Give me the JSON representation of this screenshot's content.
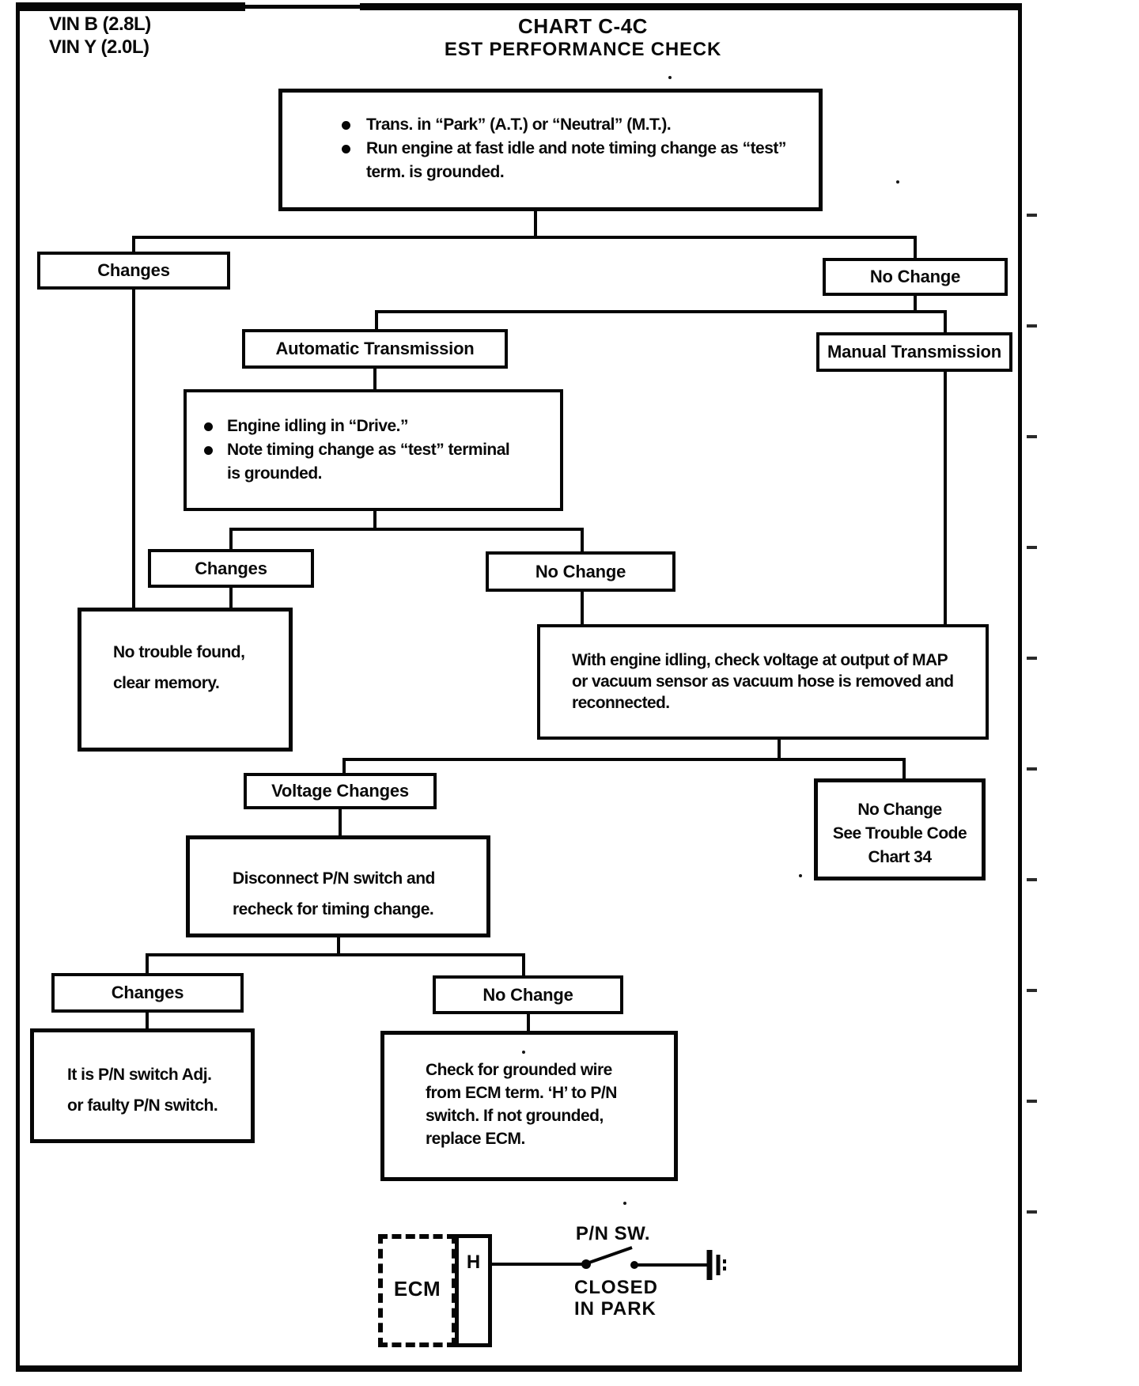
{
  "header": {
    "vin_line1": "VIN B (2.8L)",
    "vin_line2": "VIN Y (2.0L)",
    "title": "CHART C-4C",
    "subtitle": "EST PERFORMANCE CHECK"
  },
  "nodes": {
    "start": {
      "bullet1": "Trans. in “Park” (A.T.) or “Neutral” (M.T.).",
      "bullet2": "Run engine at fast idle and note timing change as “test”\nterm. is grounded."
    },
    "changes_1": {
      "label": "Changes"
    },
    "no_change_1": {
      "label": "No Change"
    },
    "auto_trans": {
      "label": "Automatic Transmission"
    },
    "manual_trans": {
      "label": "Manual Transmission"
    },
    "at_detail": {
      "bullet1": "Engine idling in “Drive.”",
      "bullet2": "Note timing change as “test” terminal\nis grounded."
    },
    "changes_2": {
      "label": "Changes"
    },
    "no_change_2": {
      "label": "No Change"
    },
    "no_trouble": {
      "text": "No trouble found,\nclear memory."
    },
    "map_check": {
      "text": "With engine idling, check voltage at output of MAP\nor vacuum sensor as vacuum hose is removed and\nreconnected."
    },
    "voltage_changes": {
      "label": "Voltage Changes"
    },
    "chart_34": {
      "text": "No Change\nSee Trouble Code\nChart 34"
    },
    "disconnect": {
      "text": "Disconnect P/N switch and\nrecheck for timing change."
    },
    "changes_3": {
      "label": "Changes"
    },
    "no_change_3": {
      "label": "No Change"
    },
    "pn_adj": {
      "text": "It is P/N switch Adj.\nor faulty P/N switch."
    },
    "check_ground": {
      "text": "Check for grounded wire\nfrom ECM term. ‘H’ to P/N\nswitch. If not grounded,\nreplace ECM."
    }
  },
  "circuit": {
    "ecm_label": "ECM",
    "terminal_label": "H",
    "switch_label": "P/N SW.",
    "state_text": "CLOSED\nIN PARK"
  },
  "colors": {
    "ink": "#060606",
    "paper": "#ffffff"
  }
}
